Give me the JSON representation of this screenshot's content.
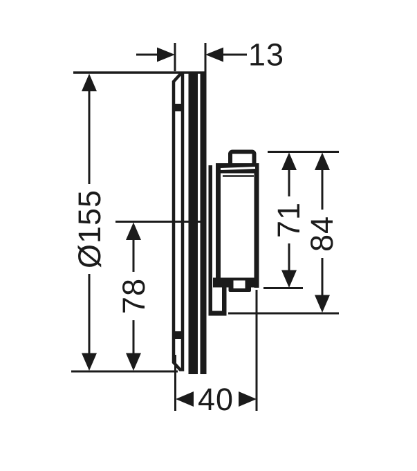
{
  "canvas": {
    "background": "#ffffff",
    "ink": "#1b1b1b"
  },
  "dims": {
    "plate_depth": "13",
    "plate_diameter": "Ø155",
    "center_to_bottom": "78",
    "handle_height": "71",
    "handle_overall_height": "84",
    "install_depth": "40"
  }
}
